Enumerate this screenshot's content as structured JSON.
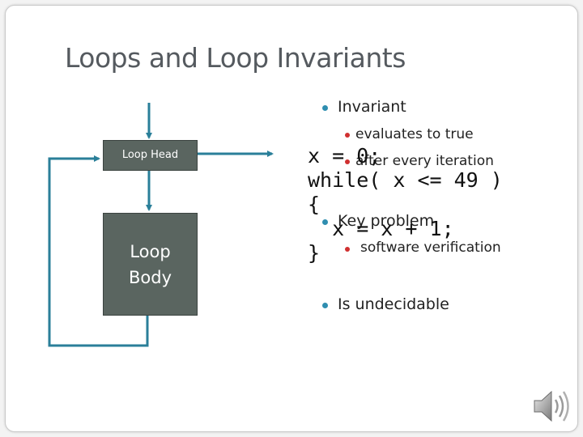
{
  "slide": {
    "title": "Loops and Loop Invariants"
  },
  "diagram": {
    "loop_head": "Loop Head",
    "loop_body_line1": "Loop",
    "loop_body_line2": "Body",
    "arrow_color": "#2a7f99",
    "box_color": "#5a6560"
  },
  "code": {
    "line1": "x = 0;",
    "line2": "while( x <= 49 )",
    "line3": "{",
    "line4": "  x = x + 1;",
    "line5": "}"
  },
  "bullets": {
    "invariant": "Invariant",
    "invariant_sub1": "evaluates to true",
    "invariant_sub2": "after every iteration",
    "key_problem": "Key problem",
    "key_problem_sub1": "software verification",
    "undecidable": "Is undecidable"
  },
  "icons": {
    "audio": "speaker-icon"
  }
}
